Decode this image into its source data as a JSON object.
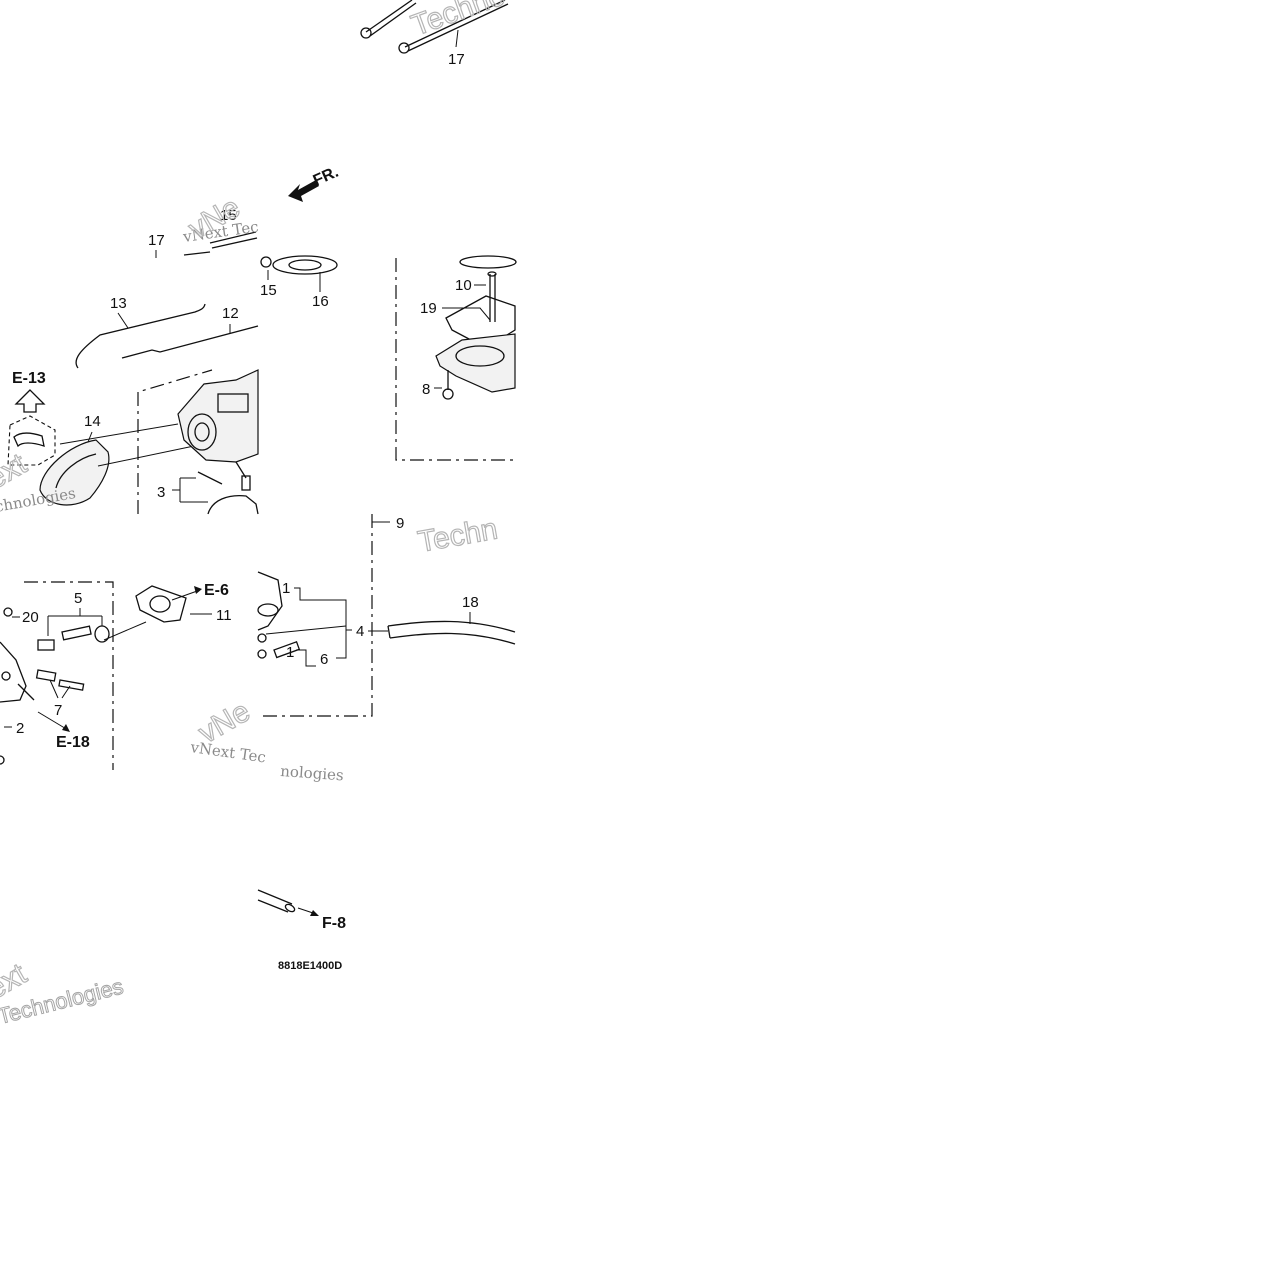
{
  "diagram": {
    "part_callouts": {
      "c1a": "1",
      "c1b": "1",
      "c2": "2",
      "c3": "3",
      "c4": "4",
      "c5": "5",
      "c6": "6",
      "c7": "7",
      "c8": "8",
      "c9": "9",
      "c10": "10",
      "c11": "11",
      "c12": "12",
      "c13": "13",
      "c14": "14",
      "c15a": "15",
      "c15b": "15",
      "c16": "16",
      "c17a": "17",
      "c17b": "17",
      "c18": "18",
      "c19": "19",
      "c20": "20"
    },
    "section_refs": {
      "e13": "E-13",
      "e6": "E-6",
      "e18": "E-18",
      "f8": "F-8"
    },
    "direction_label": "FR.",
    "figure_code": "8818E1400D",
    "watermark": {
      "vnext_tec": "vNext Tec",
      "vnext_tecnologies": "vNext Tec",
      "nologies": "nologies",
      "technologies": "Technologies",
      "chnologies": "chnologies",
      "techno": "Techno",
      "techn": "Techn",
      "ext": "ext",
      "next": "vNext",
      "ne": "vNe"
    }
  }
}
